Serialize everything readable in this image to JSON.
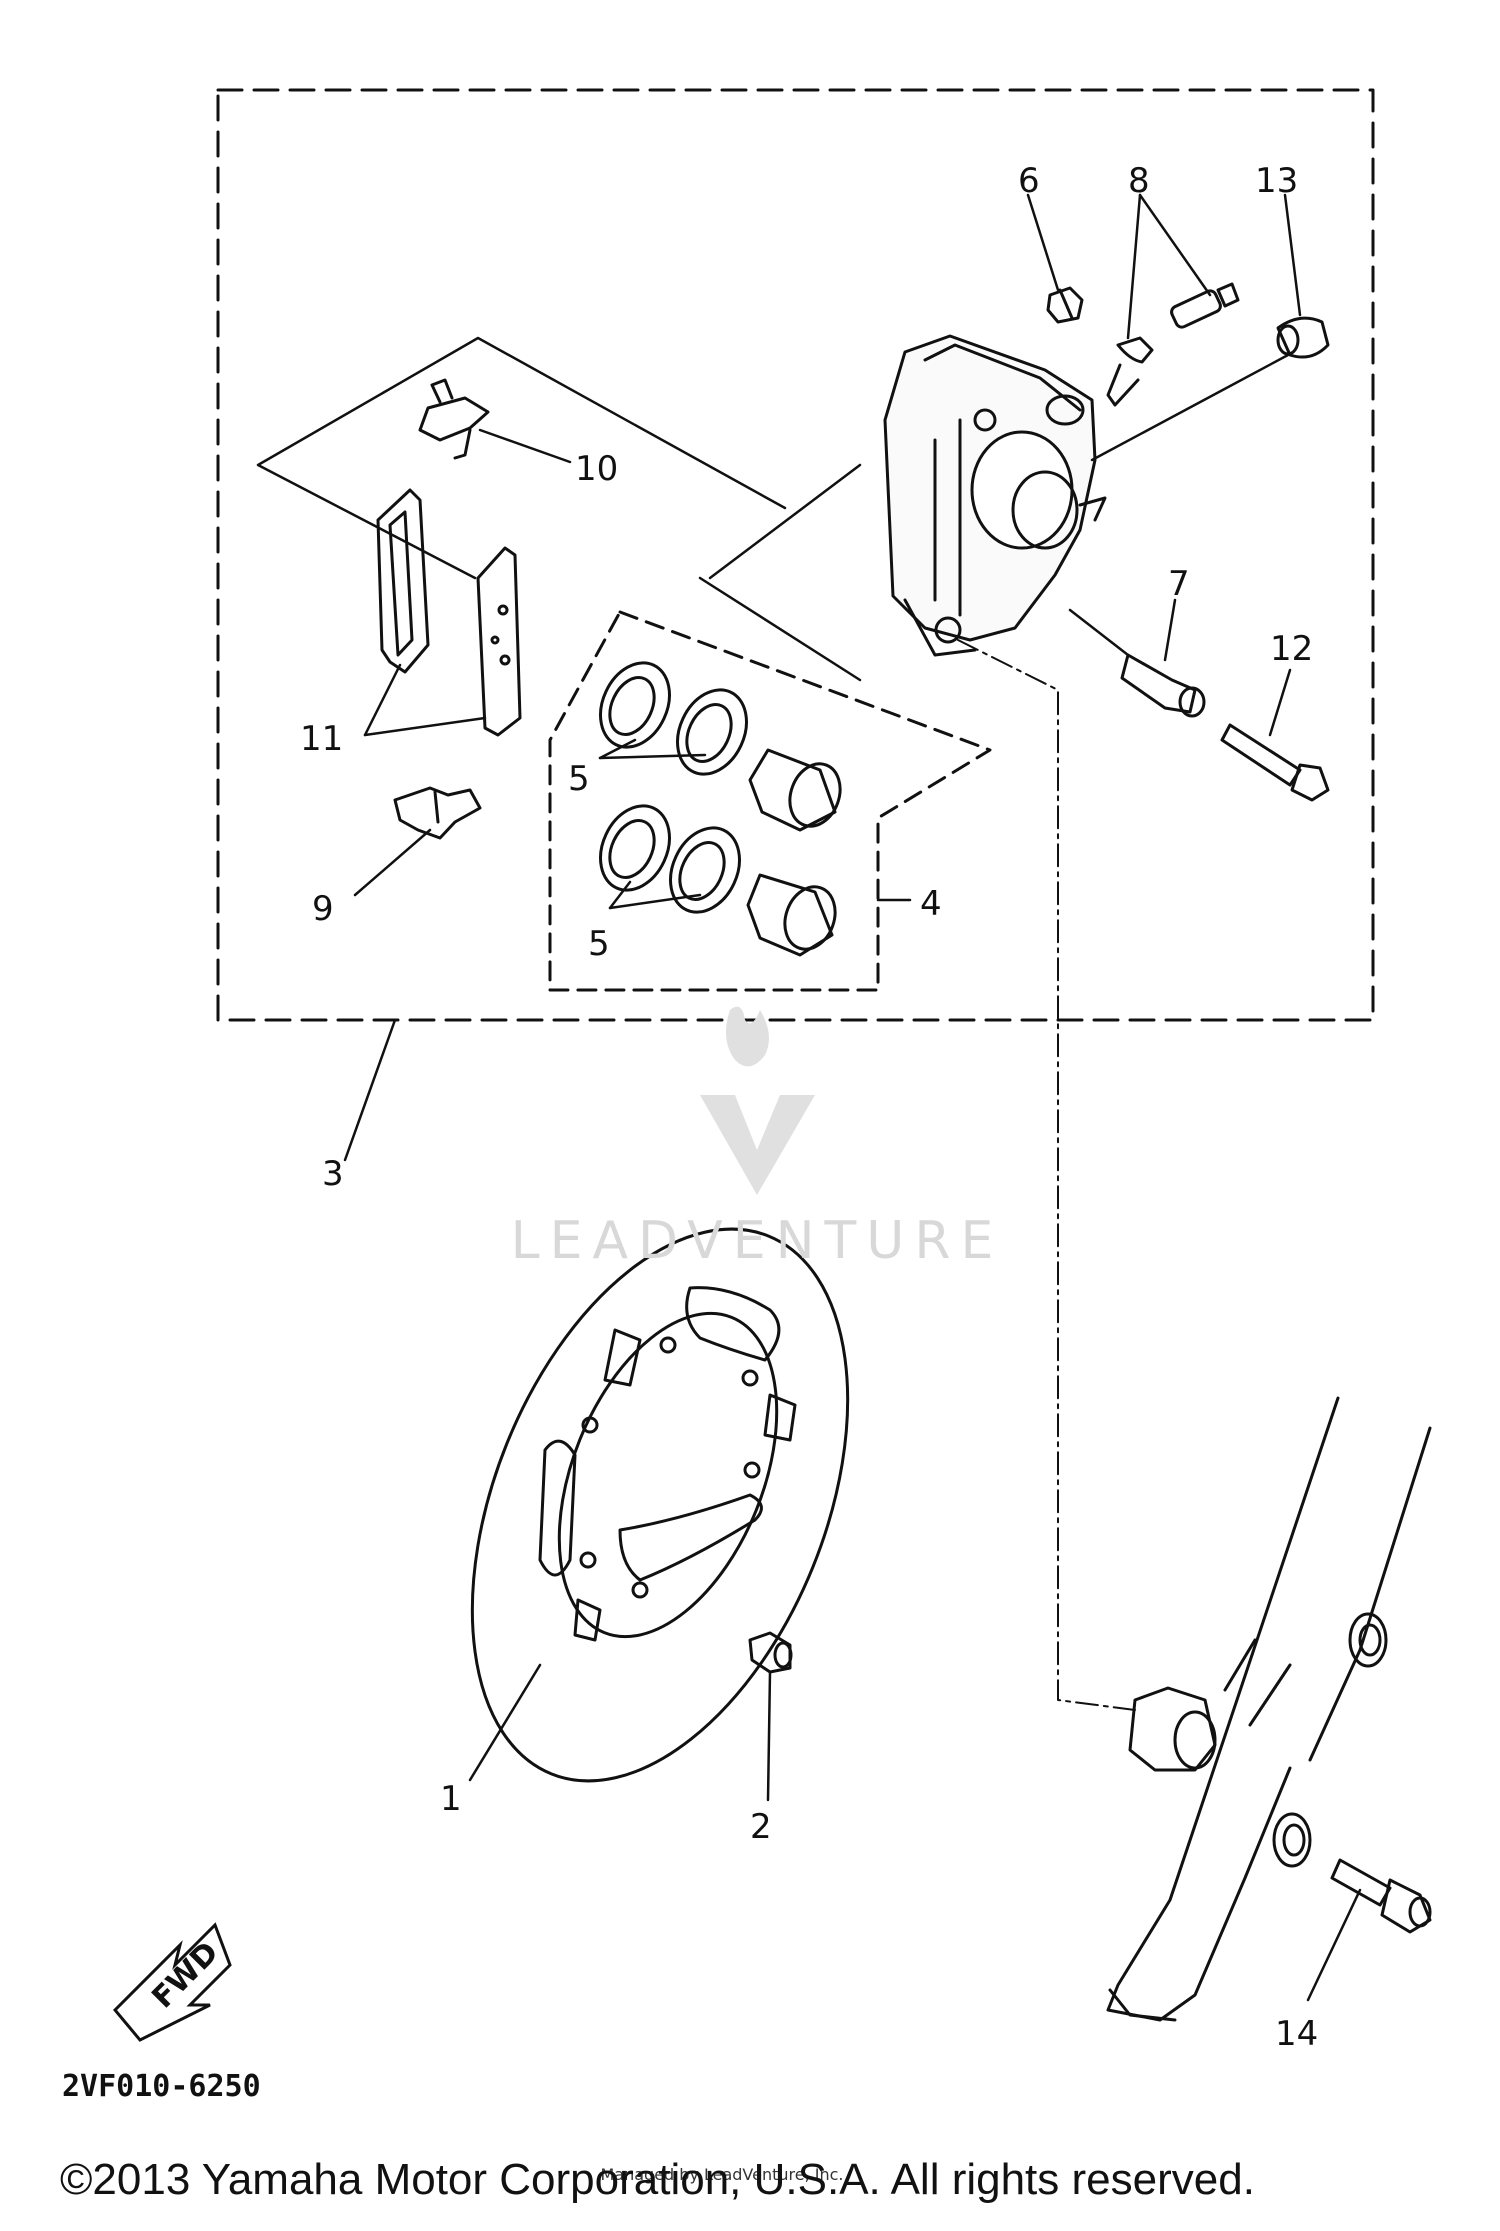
{
  "callouts": [
    {
      "id": "1",
      "label": "1"
    },
    {
      "id": "2",
      "label": "2"
    },
    {
      "id": "3",
      "label": "3"
    },
    {
      "id": "4",
      "label": "4"
    },
    {
      "id": "5a",
      "label": "5"
    },
    {
      "id": "5b",
      "label": "5"
    },
    {
      "id": "6",
      "label": "6"
    },
    {
      "id": "7",
      "label": "7"
    },
    {
      "id": "8",
      "label": "8"
    },
    {
      "id": "9",
      "label": "9"
    },
    {
      "id": "10",
      "label": "10"
    },
    {
      "id": "11",
      "label": "11"
    },
    {
      "id": "12",
      "label": "12"
    },
    {
      "id": "13",
      "label": "13"
    },
    {
      "id": "14",
      "label": "14"
    }
  ],
  "diagram_code": "2VF010-6250",
  "fwd_label": "FWD",
  "watermark": {
    "brand": "LEADVENTURE",
    "small": "Managed by LeadVenture, Inc."
  },
  "copyright": "©2013 Yamaha Motor Corporation, U.S.A. All rights reserved.",
  "colors": {
    "line": "#111111",
    "watermark": "#d8d8d8",
    "background": "#ffffff"
  }
}
